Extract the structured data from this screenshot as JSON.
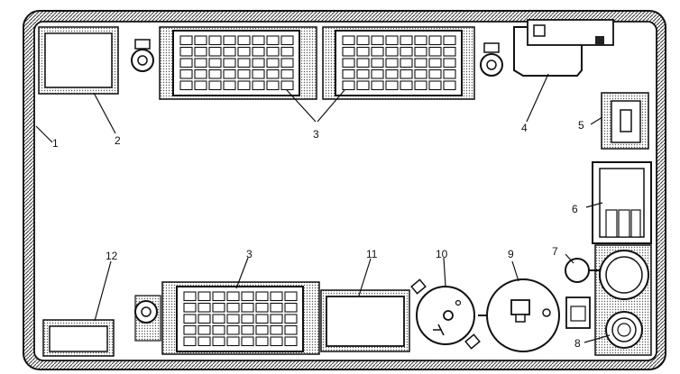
{
  "callouts": {
    "c1": "1",
    "c2": "2",
    "c3_top": "3",
    "c3_bottom": "3",
    "c4": "4",
    "c5": "5",
    "c6": "6",
    "c7": "7",
    "c8": "8",
    "c9": "9",
    "c10": "10",
    "c11": "11",
    "c12": "12"
  },
  "colors": {
    "ink": "#1a1a1a",
    "paper": "#ffffff",
    "hatch": "#3a3a3a"
  }
}
